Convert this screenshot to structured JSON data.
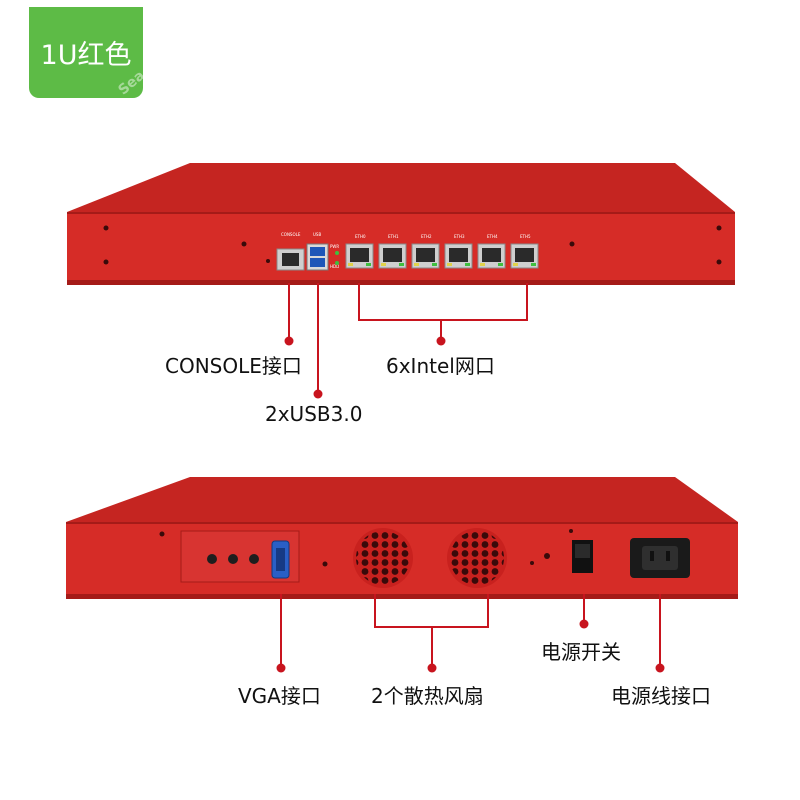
{
  "badge": {
    "label": "1U红色"
  },
  "front_panel": {
    "console_port_text": "CONSOLE",
    "usb_port_text": "USB",
    "pwr_led_text": "PWR",
    "hdd_led_text": "HDD",
    "eth_ports": [
      "ETH0",
      "ETH1",
      "ETH2",
      "ETH3",
      "ETH4",
      "ETH5"
    ]
  },
  "callouts_front": {
    "console": "CONSOLE接口",
    "usb": "2xUSB3.0",
    "lan": "6xIntel网口"
  },
  "callouts_rear": {
    "vga": "VGA接口",
    "fans": "2个散热风扇",
    "power_switch": "电源开关",
    "power_port": "电源线接口"
  },
  "watermark": "Sea Blue Star",
  "colors": {
    "chassis": "#d42a26",
    "chassis_top": "#c92420",
    "callout": "#c8141e",
    "badge": "#5dbb46"
  }
}
